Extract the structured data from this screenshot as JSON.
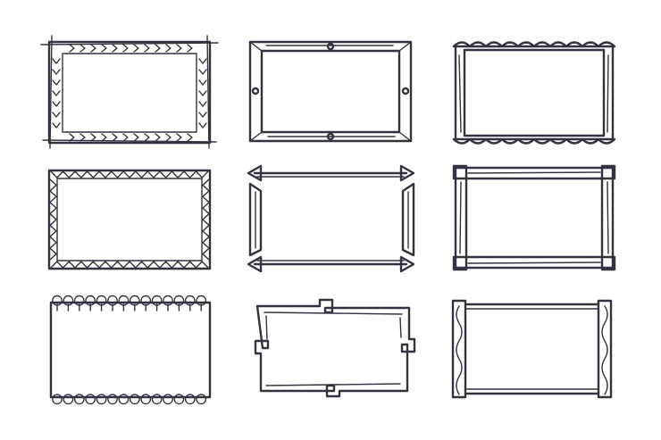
{
  "artwork": {
    "background": "#ffffff",
    "ink_color": "#2f3440",
    "frames": [
      {
        "style": "hand-drawn-chevron-frame"
      },
      {
        "style": "nailed-plank-frame"
      },
      {
        "style": "scalloped-wood-frame"
      },
      {
        "style": "zigzag-triangle-frame"
      },
      {
        "style": "arrow-bracket-frame"
      },
      {
        "style": "block-corner-plank-frame"
      },
      {
        "style": "loop-spiral-frame"
      },
      {
        "style": "notched-key-frame"
      },
      {
        "style": "wave-pillar-frame"
      }
    ]
  }
}
